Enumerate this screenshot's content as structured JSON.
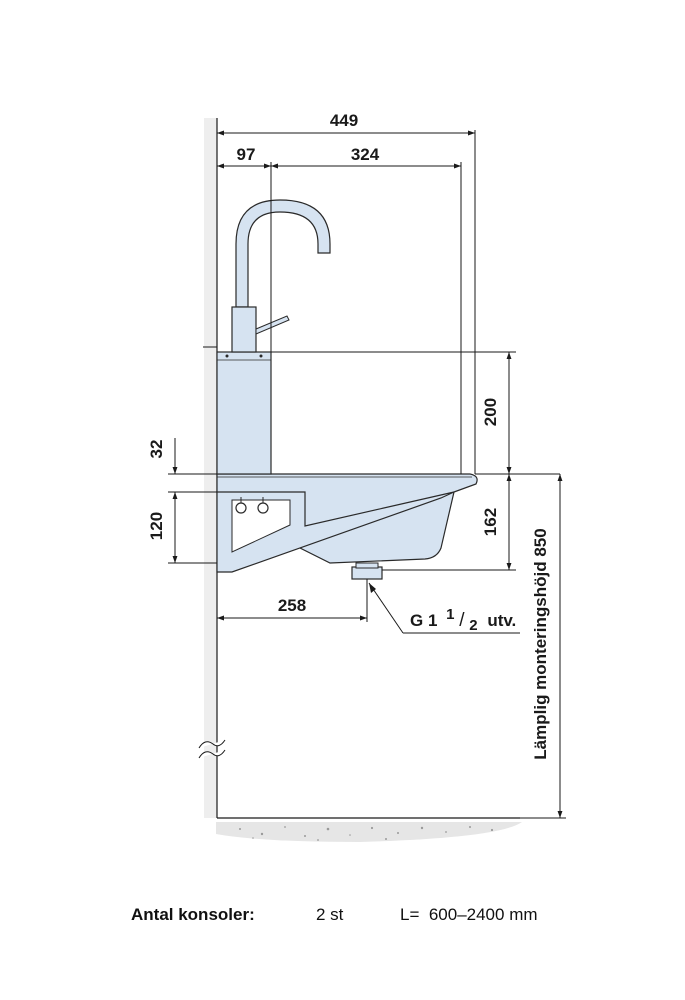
{
  "dimensions": {
    "overall_depth": "449",
    "wall_to_tap": "97",
    "tap_to_front": "324",
    "panel_height": "200",
    "top_offset": "32",
    "bracket_height": "120",
    "basin_depth": "162",
    "wall_to_drain": "258"
  },
  "labels": {
    "drain_prefix": "G 1",
    "drain_fraction_num": "1",
    "drain_fraction_sep": "/",
    "drain_fraction_den": "2",
    "drain_suffix": "utv.",
    "mounting_height": "Lämplig monteringshöjd 850"
  },
  "footer": {
    "label": "Antal konsoler:",
    "count": "2 st",
    "length": "L=  600–2400 mm"
  },
  "colors": {
    "part_fill": "#d6e3f1",
    "line": "#1a1a1a"
  }
}
